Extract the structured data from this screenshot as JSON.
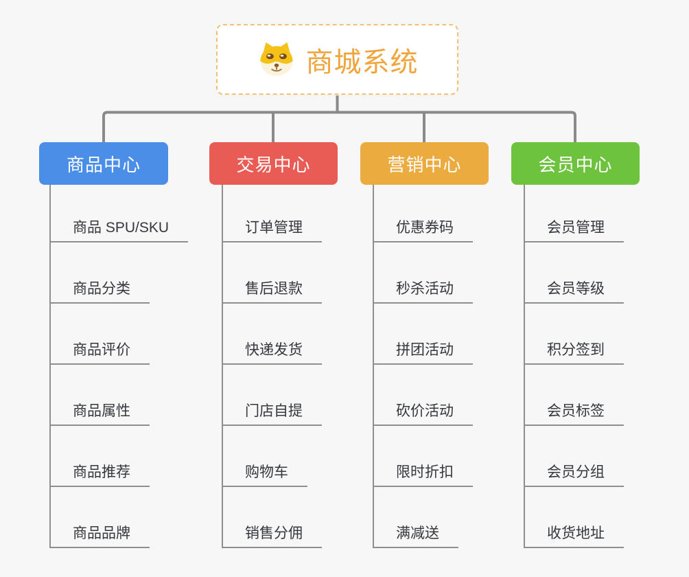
{
  "root": {
    "title": "商城系统",
    "icon": "doge-icon"
  },
  "branches": [
    {
      "label": "商品中心",
      "color": "#4a8ee8",
      "items": [
        "商品 SPU/SKU",
        "商品分类",
        "商品评价",
        "商品属性",
        "商品推荐",
        "商品品牌"
      ]
    },
    {
      "label": "交易中心",
      "color": "#e85c55",
      "items": [
        "订单管理",
        "售后退款",
        "快递发货",
        "门店自提",
        "购物车",
        "销售分佣"
      ]
    },
    {
      "label": "营销中心",
      "color": "#ebab3f",
      "items": [
        "优惠券码",
        "秒杀活动",
        "拼团活动",
        "砍价活动",
        "限时折扣",
        "满减送"
      ]
    },
    {
      "label": "会员中心",
      "color": "#6dc23e",
      "items": [
        "会员管理",
        "会员等级",
        "积分签到",
        "会员标签",
        "会员分组",
        "收货地址"
      ]
    }
  ],
  "colors": {
    "background": "#f7f7f7",
    "root_border": "#f2c173",
    "root_title": "#f0a53c",
    "connector": "#8a8a8a",
    "leaf_line": "#8e8e8e",
    "leaf_text": "#34373c"
  }
}
